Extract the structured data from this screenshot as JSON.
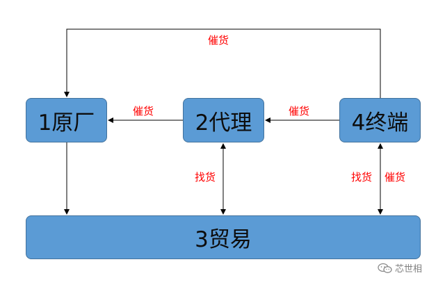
{
  "nodes": {
    "factory": "1原厂",
    "agent": "2代理",
    "terminal": "4终端",
    "trade": "3贸易"
  },
  "edges": {
    "terminal_to_factory": "催货",
    "agent_to_factory": "催货",
    "terminal_to_agent": "催货",
    "agent_trade": "找货",
    "terminal_trade_find": "找货",
    "terminal_trade_urge": "催货"
  },
  "watermark": {
    "icon": "wechat-icon",
    "text": "芯世相"
  },
  "colors": {
    "node_fill": "#5b9bd5",
    "node_border": "#41719c",
    "edge_label": "#ff0000",
    "line": "#000000"
  }
}
